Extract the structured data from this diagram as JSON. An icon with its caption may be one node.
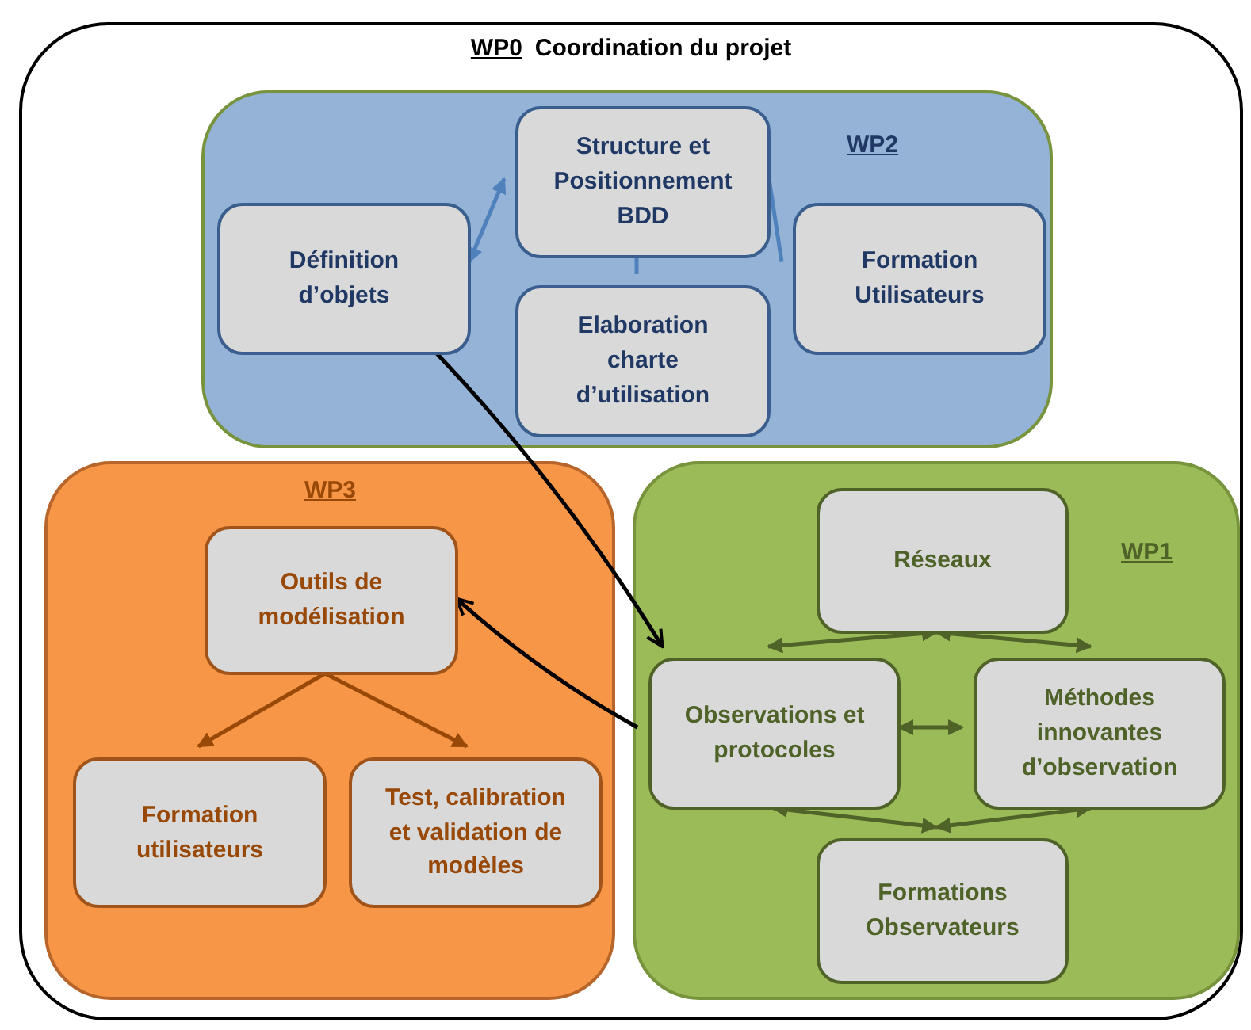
{
  "diagram": {
    "nodes": [
      {
        "text": [
          "WP0",
          "Coordination du projet"
        ]
      },
      {
        "text": [
          "WP2"
        ],
        "in": 0
      },
      {
        "text": [
          "Définition d’objets"
        ],
        "in": 1
      },
      {
        "text": [
          "Structure et Positionnement BDD"
        ],
        "in": 1
      },
      {
        "text": [
          "Elaboration charte d’utilisation"
        ],
        "in": 1
      },
      {
        "text": [
          "Formation Utilisateurs"
        ],
        "in": 1
      },
      {
        "text": [
          "WP3"
        ],
        "in": 0
      },
      {
        "text": [
          "Outils de modélisation"
        ],
        "in": 6
      },
      {
        "text": [
          "Formation utilisateurs"
        ],
        "in": 6
      },
      {
        "text": [
          "Test, calibration et validation de modèles"
        ],
        "in": 6
      },
      {
        "text": [
          "WP1"
        ],
        "in": 0
      },
      {
        "text": [
          "Réseaux"
        ],
        "in": 10
      },
      {
        "text": [
          "Observations et protocoles"
        ],
        "in": 10
      },
      {
        "text": [
          "Méthodes innovantes d’observation"
        ],
        "in": 10
      },
      {
        "text": [
          "Formations Observateurs"
        ],
        "in": 10
      }
    ],
    "edges": [
      {
        "from": 2,
        "to": 3,
        "arrow": "both",
        "color": "#4f81bd"
      },
      {
        "from": 3,
        "to": 4,
        "arrow": "none",
        "color": "#4f81bd"
      },
      {
        "from": 3,
        "to": 5,
        "arrow": "none",
        "color": "#4f81bd"
      },
      {
        "from": 2,
        "to": 12,
        "arrow": "to",
        "color": "#000000"
      },
      {
        "from": 12,
        "to": 7,
        "arrow": "to",
        "color": "#000000"
      },
      {
        "from": 7,
        "to": 8,
        "arrow": "to",
        "color": "#984807"
      },
      {
        "from": 7,
        "to": 9,
        "arrow": "to",
        "color": "#984807"
      },
      {
        "from": 11,
        "to": 12,
        "arrow": "both"
      },
      {
        "from": 11,
        "to": 13,
        "arrow": "both"
      },
      {
        "from": 12,
        "to": 13,
        "arrow": "both"
      },
      {
        "from": 12,
        "to": 14,
        "arrow": "both"
      },
      {
        "from": 13,
        "to": 14,
        "arrow": "both"
      }
    ]
  }
}
